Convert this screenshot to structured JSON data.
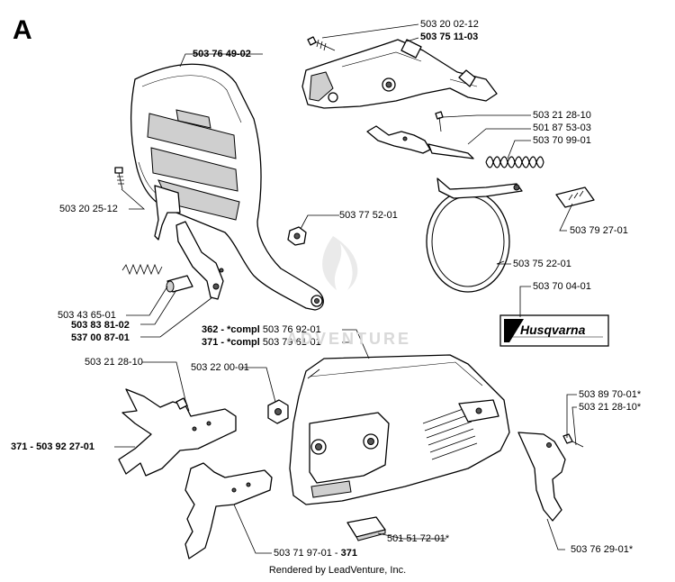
{
  "section_letter": "A",
  "labels": {
    "l01": "503 20 02-12",
    "l02": "503 75 11-03",
    "l03": "503 76 49-02",
    "l04": "503 21 28-10",
    "l05": "501 87 53-03",
    "l06": "503 70 99-01",
    "l07": "503 20 25-12",
    "l08": "503 77 52-01",
    "l09": "503 79 27-01",
    "l10": "503 75 22-01",
    "l11": "503 43 65-01",
    "l12": "503 83 81-02",
    "l13": "537 00 87-01",
    "l14": "503 70 04-01",
    "l15_prefix": "362 - *compl",
    "l15": "503 76 92-01",
    "l16_prefix": "371 - *compl",
    "l16": "503 79 61-01",
    "l17": "503 21 28-10",
    "l18": "503 22 00-01",
    "l19": "503 89 70-01*",
    "l20": "503 21 28-10*",
    "l21": "371 - 503 92 27-01",
    "l22": "503 71 97-01 - ",
    "l22_suffix": "371",
    "l23": "501 51 72-01*",
    "l24": "503 76 29-01*"
  },
  "decal_text": "Husqvarna",
  "watermark": "ADVENTURE",
  "footer": "Rendered by LeadVenture, Inc."
}
